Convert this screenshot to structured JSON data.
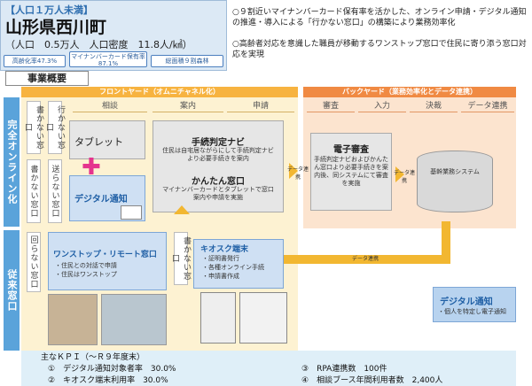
{
  "header": {
    "tag": "【人口１万人未満】",
    "name": "山形県西川町",
    "population": "（人口　0.5万人　人口密度　11.8人/㎢）",
    "pills": [
      "高齢化率47.3%",
      "マイナンバーカード保有率87.1%",
      "総面積９割森林"
    ]
  },
  "bullets": [
    "○９割近いマイナンバーカード保有率を活かした、オンライン申請・デジタル通知の推進・導入による「行かない窓口」の構築により業務効率化",
    "○高齢者対応を意識した職員が移動するワンストップ窓口で住民に寄り添う窓口対応を実現"
  ],
  "section_title": "事業概要",
  "front": {
    "band": "フロントヤード（オムニチャネル化）",
    "heads": [
      "相談",
      "案内",
      "申請"
    ]
  },
  "back": {
    "band": "バックヤード（業務効率化とデータ連携）",
    "heads": [
      "審査",
      "入力",
      "決裁",
      "データ連携"
    ]
  },
  "side_labels": [
    "完全オンライン化",
    "従来窓口"
  ],
  "vcols": [
    "書かない窓口",
    "行かない窓口",
    "書かない窓口",
    "送らない窓口",
    "回らない窓口",
    "書かない窓口"
  ],
  "tablet": "タブレット",
  "digital_notice": "デジタル通知",
  "navi": {
    "title": "手続判定ナビ",
    "desc": "住民は自宅居ながらにして手続判定ナビより必要手続きを案内",
    "title2": "かんたん窓口",
    "desc2": "マイナンバーカードとタブレットで窓口案内や申請を実施"
  },
  "data_link": "データ連携",
  "data_link2": "データ連携",
  "data_link3": "データ連携",
  "review": {
    "title": "電子審査",
    "desc": "手続判定ナビおよびかんたん窓口より必要手続きを案内後、同システムにて審査を実施"
  },
  "system": "基幹業務システム",
  "onestop": {
    "title": "ワンストップ・リモート窓口",
    "items": [
      "・住民との対話で申請",
      "・住民はワンストップ"
    ]
  },
  "kiosk": {
    "title": "キオスク端末",
    "items": [
      "・証明書発行",
      "・各種オンライン手続",
      "・申請書作成"
    ]
  },
  "notice_box": {
    "title": "デジタル通知",
    "desc": "・個人を特定し電子通知"
  },
  "kpi": {
    "title": "主なＫＰＩ（～Ｒ９年度末）",
    "items": [
      "①　デジタル通知対象者率　30.0%",
      "②　キオスク端末利用率　30.0%",
      "③　RPA連携数　100件",
      "④　相談ブース年間利用者数　2,400人"
    ]
  },
  "colors": {
    "front": "#f7b340",
    "back": "#f08a43",
    "blue": "#5aa3da",
    "pink": "#e5348e"
  }
}
